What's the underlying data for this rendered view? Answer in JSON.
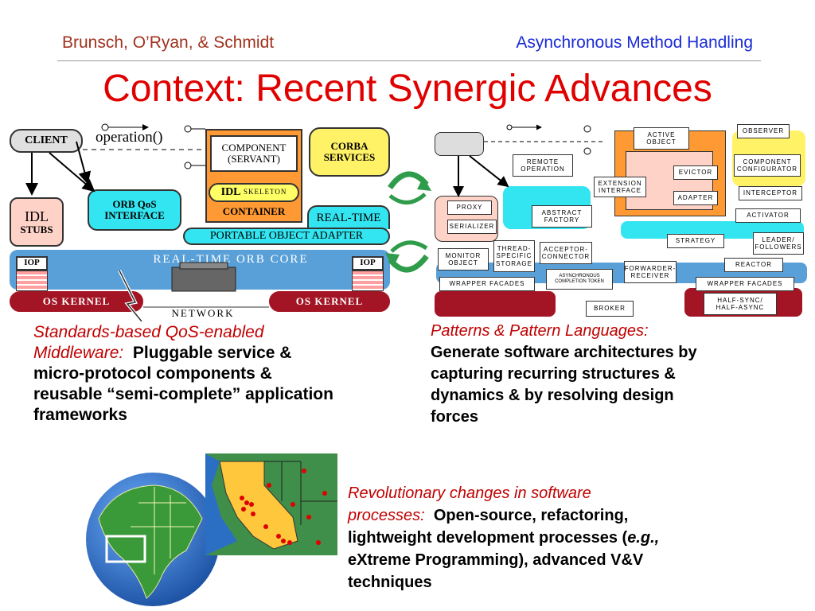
{
  "header": {
    "authors": "Brunsch, O’Ryan, & Schmidt",
    "topic": "Asynchronous Method Handling"
  },
  "title": "Context: Recent Synergic Advances",
  "left_diagram": {
    "client": "CLIENT",
    "operation": "operation()",
    "component_line1": "COMPONENT",
    "component_line2": "(SERVANT)",
    "idl_skeleton_a": "IDL",
    "idl_skeleton_b": "SKELETON",
    "container": "CONTAINER",
    "corba_line1": "CORBA",
    "corba_line2": "SERVICES",
    "idl_stubs_line1": "IDL",
    "idl_stubs_line2": "STUBS",
    "orb_qos_line1": "ORB QoS",
    "orb_qos_line2": "INTERFACE",
    "realtime": "REAL-TIME",
    "poa": "PORTABLE OBJECT ADAPTER",
    "orb_core": "REAL-TIME ORB CORE",
    "iop_left": "IOP",
    "iop_right": "IOP",
    "os_kernel_left": "OS KERNEL",
    "os_kernel_right": "OS KERNEL",
    "network": "NETWORK"
  },
  "right_diagram": {
    "active_object": "ACTIVE\nOBJECT",
    "observer": "OBSERVER",
    "remote_operation": "REMOTE\nOPERATION",
    "extension_interface": "EXTENSION\nINTERFACE",
    "evictor": "EVICTOR",
    "component_configurator": "COMPONENT\nCONFIGURATOR",
    "adapter": "ADAPTER",
    "interceptor": "INTERCEPTOR",
    "proxy": "PROXY",
    "abstract_factory": "ABSTRACT\nFACTORY",
    "activator": "ACTIVATOR",
    "serializer": "SERIALIZER",
    "strategy": "STRATEGY",
    "leader_followers": "LEADER/\nFOLLOWERS",
    "thread_specific_storage": "THREAD-\nSPECIFIC\nSTORAGE",
    "acceptor_connector": "ACCEPTOR-\nCONNECTOR",
    "monitor_object": "MONITOR\nOBJECT",
    "forwarder_receiver": "FORWARDER-\nRECEIVER",
    "reactor": "REACTOR",
    "async_completion_token": "ASYNCHRONOUS\nCOMPLETION TOKEN",
    "wrapper_facades_left": "WRAPPER FACADES",
    "wrapper_facades_right": "WRAPPER FACADES",
    "half_sync": "HALF-SYNC/\nHALF-ASYNC",
    "broker": "BROKER"
  },
  "block_middleware": {
    "lead1": "Standards-based QoS-enabled",
    "lead2": "Middleware:",
    "body1": "Pluggable service &",
    "body2": "micro-protocol components &",
    "body3": "reusable “semi-complete” application",
    "body4": "frameworks"
  },
  "block_patterns": {
    "lead": "Patterns & Pattern Languages:",
    "body1": "Generate software architectures by",
    "body2": "capturing recurring structures &",
    "body3": "dynamics & by resolving design",
    "body4": "forces"
  },
  "block_processes": {
    "lead1": "Revolutionary changes in software",
    "lead2": "processes:",
    "body1": "Open-source, refactoring,",
    "body2a": "lightweight development processes (",
    "body2b": "e.g.,",
    "body3": "eXtreme Programming), advanced V&V",
    "body4": "techniques"
  },
  "colors": {
    "title_red": "#e00000",
    "author_brown": "#a0321e",
    "topic_blue": "#1a2bd6",
    "orb_blue": "#5aa0d8",
    "kernel_maroon": "#a31525",
    "cyan": "#33e5f0",
    "yellow": "#fff266",
    "orange": "#ff9933",
    "salmon": "#ffd2c8",
    "globe_blue": "#2a6fc4",
    "map_yellow": "#ffc83c"
  }
}
